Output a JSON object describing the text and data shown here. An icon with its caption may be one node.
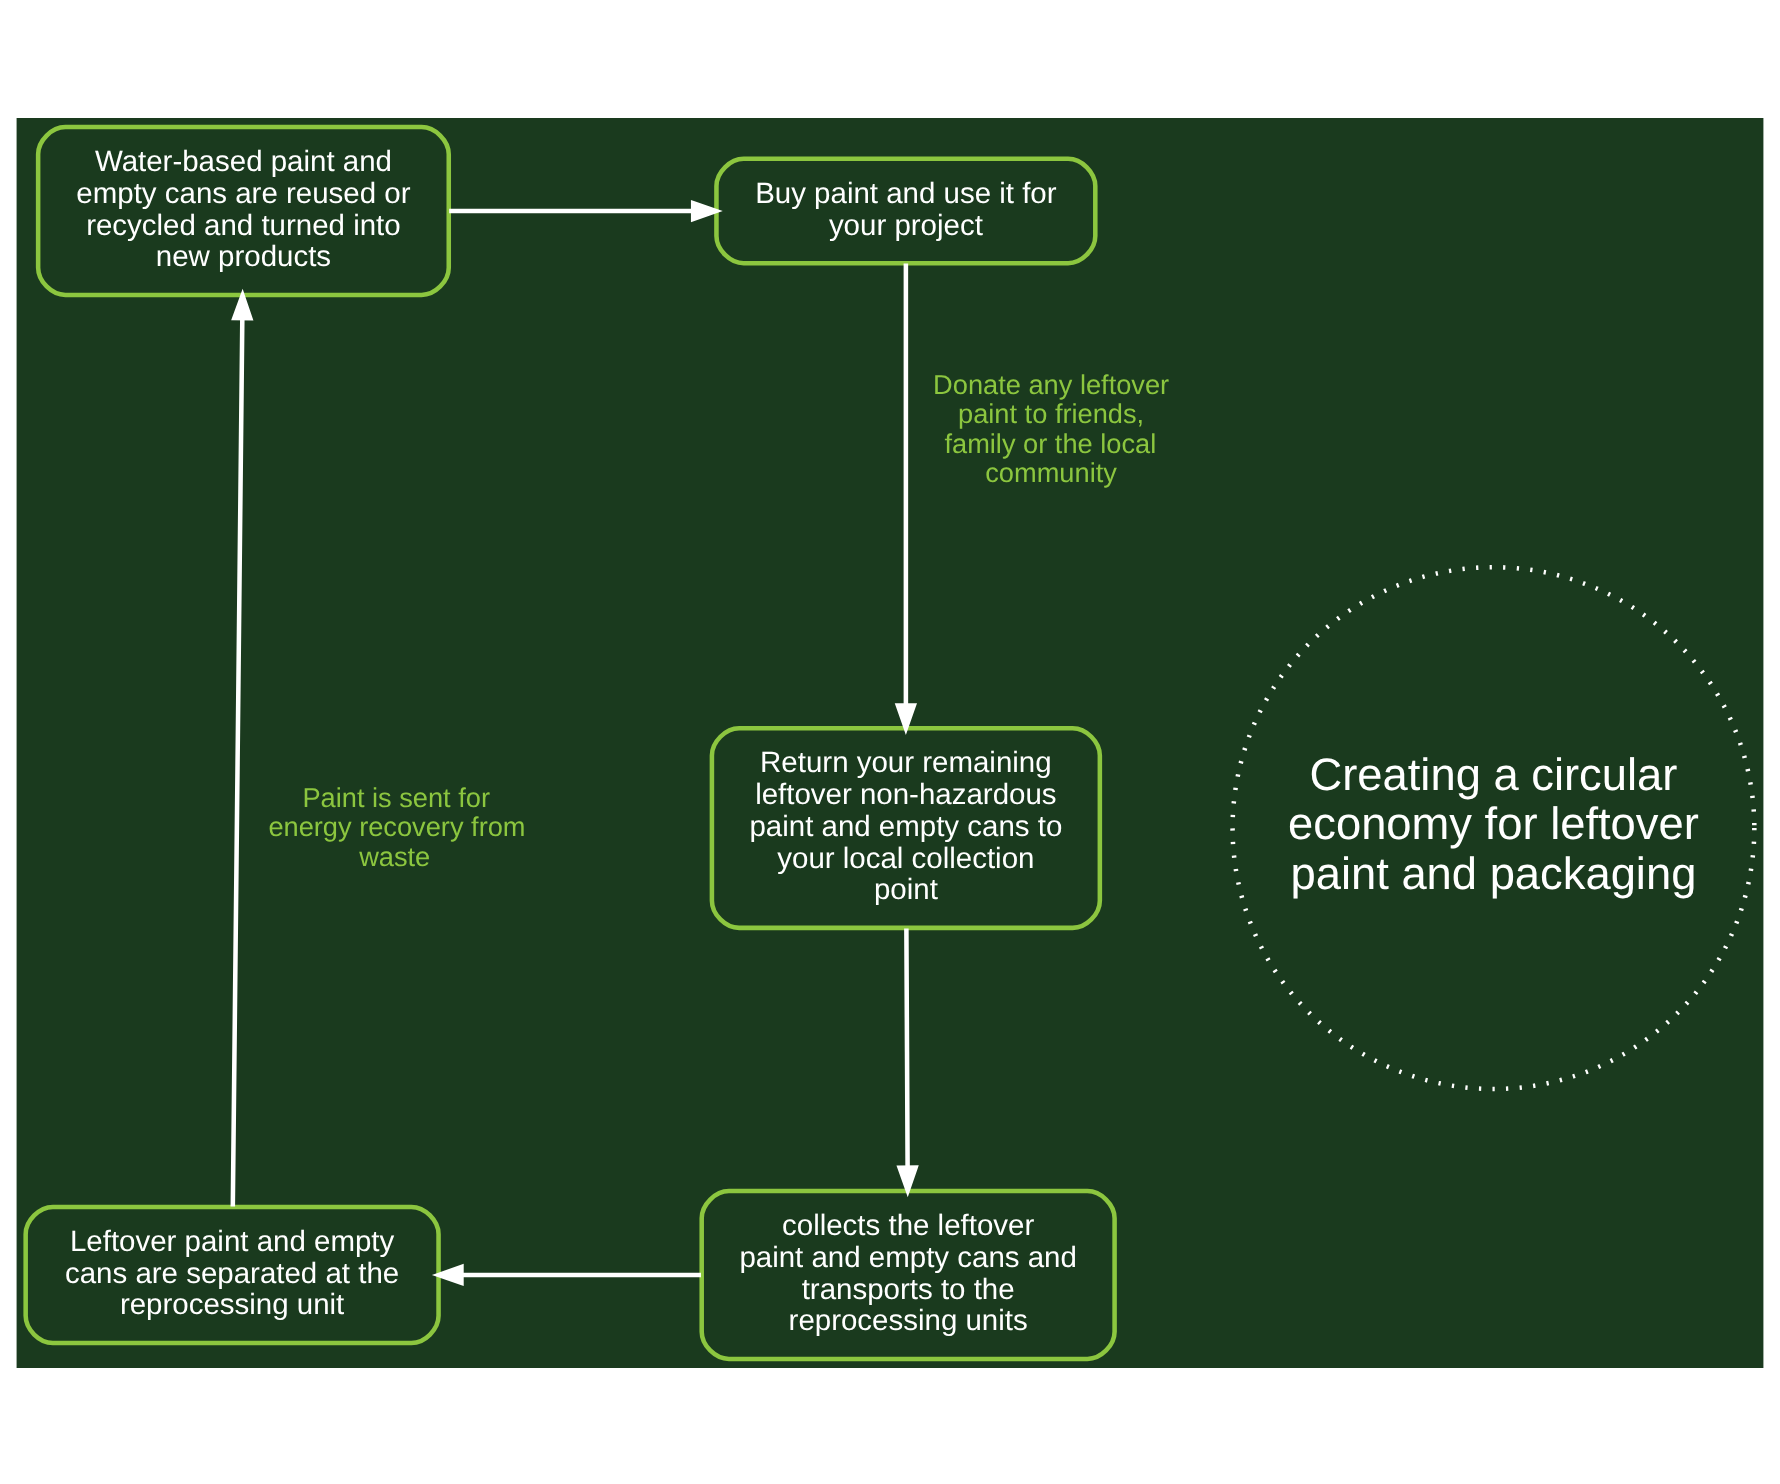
{
  "diagram": {
    "nodes": [
      {
        "text": [
          "Buy paint and use it for your project"
        ]
      },
      {
        "text": [
          "Return your remaining leftover non-hazardous paint and empty cans to your local collection point"
        ]
      },
      {
        "text": [
          "collects the leftover paint and empty cans and transports to the reprocessing units"
        ]
      },
      {
        "text": [
          "Leftover paint and empty cans are separated at the reprocessing unit"
        ]
      },
      {
        "text": [
          "Water-based paint and empty cans are reused or recycled and turned into new products"
        ]
      },
      {
        "text": [
          "Creating a circular economy for leftover paint and packaging"
        ]
      }
    ],
    "edges": [
      {
        "from": 0,
        "to": 1,
        "arrow": "to",
        "label": "Donate any leftover paint to friends, family or the local community"
      },
      {
        "from": 1,
        "to": 2,
        "arrow": "to"
      },
      {
        "from": 2,
        "to": 3,
        "arrow": "to"
      },
      {
        "from": 3,
        "to": 4,
        "arrow": "to",
        "label": "Paint is sent for energy recovery from waste"
      },
      {
        "from": 4,
        "to": 0,
        "arrow": "to"
      }
    ]
  }
}
